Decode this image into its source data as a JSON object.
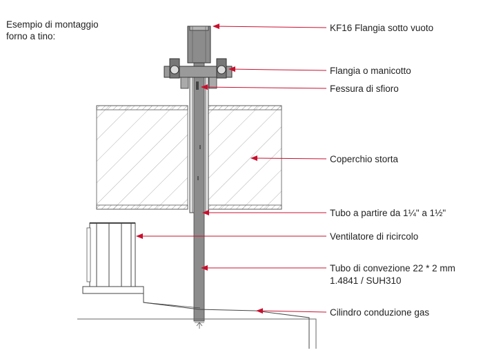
{
  "caption": {
    "line1": "Esempio di montaggio",
    "line2": "forno a tino:"
  },
  "labels": [
    "KF16 Flangia sotto vuoto",
    "Flangia o manicotto",
    "Fessura di sfioro",
    "Coperchio storta",
    "Tubo a partire da 1¼\" a 1½\"",
    "Ventilatore di ricircolo",
    "Tubo di convezione 22 * 2 mm",
    "1.4841 / SUH310",
    "Cilindro conduzione gas"
  ],
  "colors": {
    "arrow": "#c8102e",
    "line": "#444444",
    "hatch": "#888888",
    "tube_fill": "#8c8c8c"
  }
}
